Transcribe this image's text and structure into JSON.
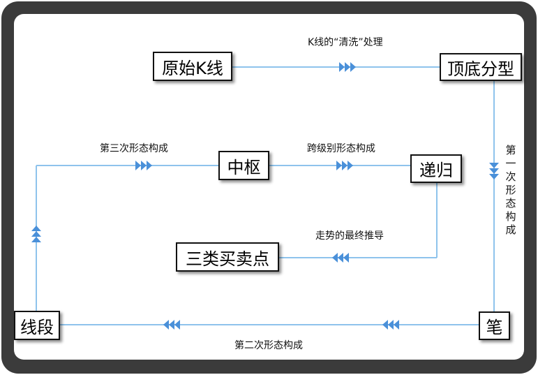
{
  "diagram": {
    "nodes": {
      "raw_kline": "原始K线",
      "fractal": "顶底分型",
      "pivot": "中枢",
      "recursion": "递归",
      "trade_points": "三类买卖点",
      "segment": "线段",
      "stroke": "笔"
    },
    "edge_labels": {
      "kline_cleaning": "K线的“清洗”处理",
      "first_formation": "第一次形态构成",
      "second_formation": "第二次形态构成",
      "third_formation": "第三次形态构成",
      "cross_level": "跨级别形态构成",
      "trend_inference": "走势的最终推导"
    },
    "colors": {
      "line": "#8ec3ec",
      "arrow": "#4a90d9",
      "frame": "#3b3b3b"
    }
  }
}
